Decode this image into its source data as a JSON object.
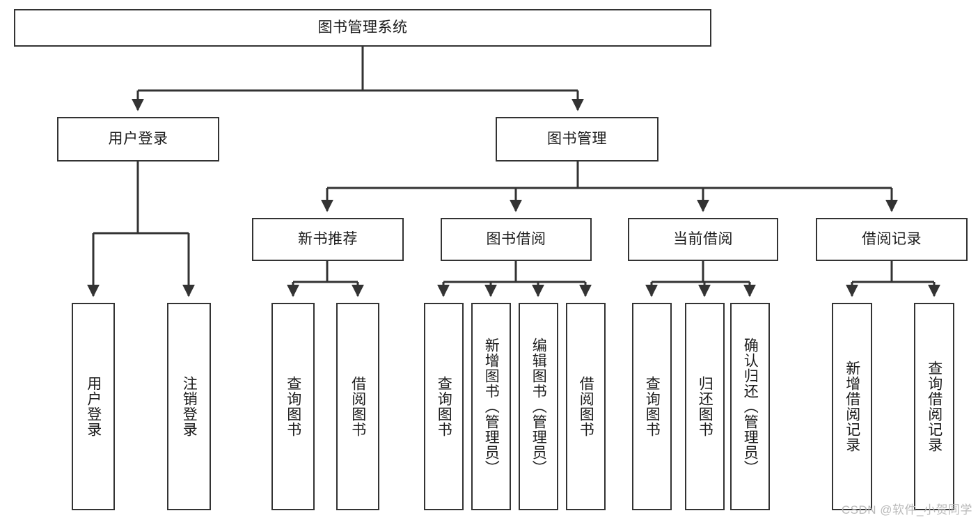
{
  "diagram": {
    "type": "tree-hierarchy-chart",
    "title": "图书管理系统",
    "watermark": "CSDN @软件_小贺同学",
    "colors": {
      "box_border": "#333333",
      "box_fill": "#ffffff",
      "edge": "#333333",
      "text": "#1b1b1b",
      "watermark": "#b9b9b9",
      "background": "#ffffff"
    },
    "nodes": {
      "root": {
        "label": "图书管理系统",
        "level": 0,
        "orientation": "horizontal"
      },
      "level1": [
        {
          "id": "user-login",
          "label": "用户登录",
          "orientation": "horizontal"
        },
        {
          "id": "book-manage",
          "label": "图书管理",
          "orientation": "horizontal"
        }
      ],
      "level2": [
        {
          "id": "new-book-rec",
          "label": "新书推荐",
          "orientation": "horizontal",
          "parent": "book-manage"
        },
        {
          "id": "book-borrow",
          "label": "图书借阅",
          "orientation": "horizontal",
          "parent": "book-manage"
        },
        {
          "id": "current-borrow",
          "label": "当前借阅",
          "orientation": "horizontal",
          "parent": "book-manage"
        },
        {
          "id": "borrow-record",
          "label": "借阅记录",
          "orientation": "horizontal",
          "parent": "book-manage"
        }
      ],
      "leaves": [
        {
          "id": "leaf-user-login",
          "label": "用户登录",
          "parent": "user-login",
          "orientation": "vertical"
        },
        {
          "id": "leaf-logout-login",
          "label": "注销登录",
          "parent": "user-login",
          "orientation": "vertical"
        },
        {
          "id": "leaf-query-book-1",
          "label": "查询图书",
          "parent": "new-book-rec",
          "orientation": "vertical"
        },
        {
          "id": "leaf-borrow-book-1",
          "label": "借阅图书",
          "parent": "new-book-rec",
          "orientation": "vertical"
        },
        {
          "id": "leaf-query-book-2",
          "label": "查询图书",
          "parent": "book-borrow",
          "orientation": "vertical"
        },
        {
          "id": "leaf-add-book",
          "label": "新增图书（管理员）",
          "parent": "book-borrow",
          "orientation": "vertical"
        },
        {
          "id": "leaf-edit-book",
          "label": "编辑图书（管理员）",
          "parent": "book-borrow",
          "orientation": "vertical"
        },
        {
          "id": "leaf-borrow-book-2",
          "label": "借阅图书",
          "parent": "book-borrow",
          "orientation": "vertical"
        },
        {
          "id": "leaf-query-book-3",
          "label": "查询图书",
          "parent": "current-borrow",
          "orientation": "vertical"
        },
        {
          "id": "leaf-return-book",
          "label": "归还图书",
          "parent": "current-borrow",
          "orientation": "vertical"
        },
        {
          "id": "leaf-confirm-return",
          "label": "确认归还（管理员）",
          "parent": "current-borrow",
          "orientation": "vertical"
        },
        {
          "id": "leaf-add-record",
          "label": "新增借阅记录",
          "parent": "borrow-record",
          "orientation": "vertical"
        },
        {
          "id": "leaf-query-record",
          "label": "查询借阅记录",
          "parent": "borrow-record",
          "orientation": "vertical"
        }
      ]
    }
  }
}
